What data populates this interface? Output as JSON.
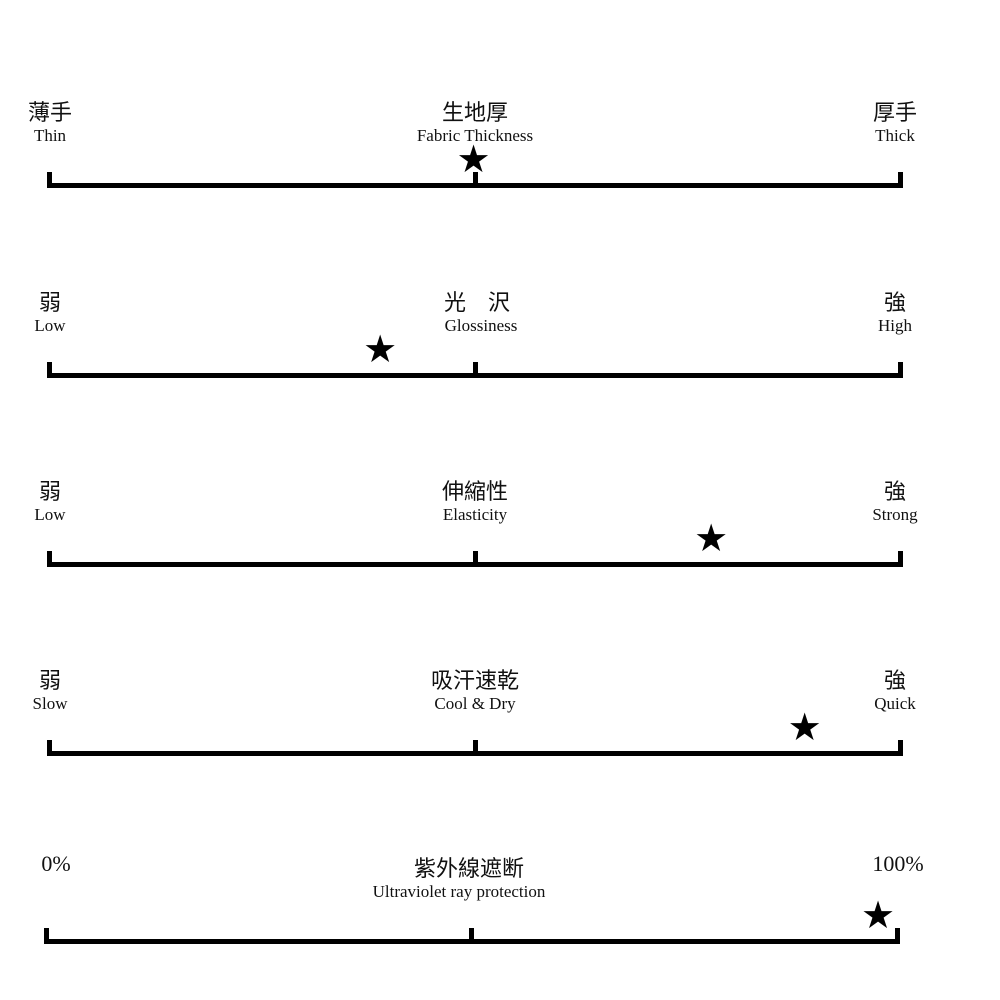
{
  "scales": [
    {
      "left_jp": "薄手",
      "left_en": "Thin",
      "title_jp": "生地厚",
      "title_en": "Fabric Thickness",
      "right_jp": "厚手",
      "right_en": "Thick",
      "value": 0.5
    },
    {
      "left_jp": "弱",
      "left_en": "Low",
      "title_jp": "光　沢",
      "title_en": "Glossiness",
      "right_jp": "強",
      "right_en": "High",
      "value": 0.39
    },
    {
      "left_jp": "弱",
      "left_en": "Low",
      "title_jp": "伸縮性",
      "title_en": "Elasticity",
      "right_jp": "強",
      "right_en": "Strong",
      "value": 0.78
    },
    {
      "left_jp": "弱",
      "left_en": "Slow",
      "title_jp": "吸汗速乾",
      "title_en": "Cool & Dry",
      "right_jp": "強",
      "right_en": "Quick",
      "value": 0.89
    },
    {
      "left_jp": "0%",
      "left_en": "",
      "title_jp": "紫外線遮断",
      "title_en": "Ultraviolet ray protection",
      "right_jp": "100%",
      "right_en": "",
      "value": 0.98
    }
  ],
  "marker_icon": "star-icon"
}
